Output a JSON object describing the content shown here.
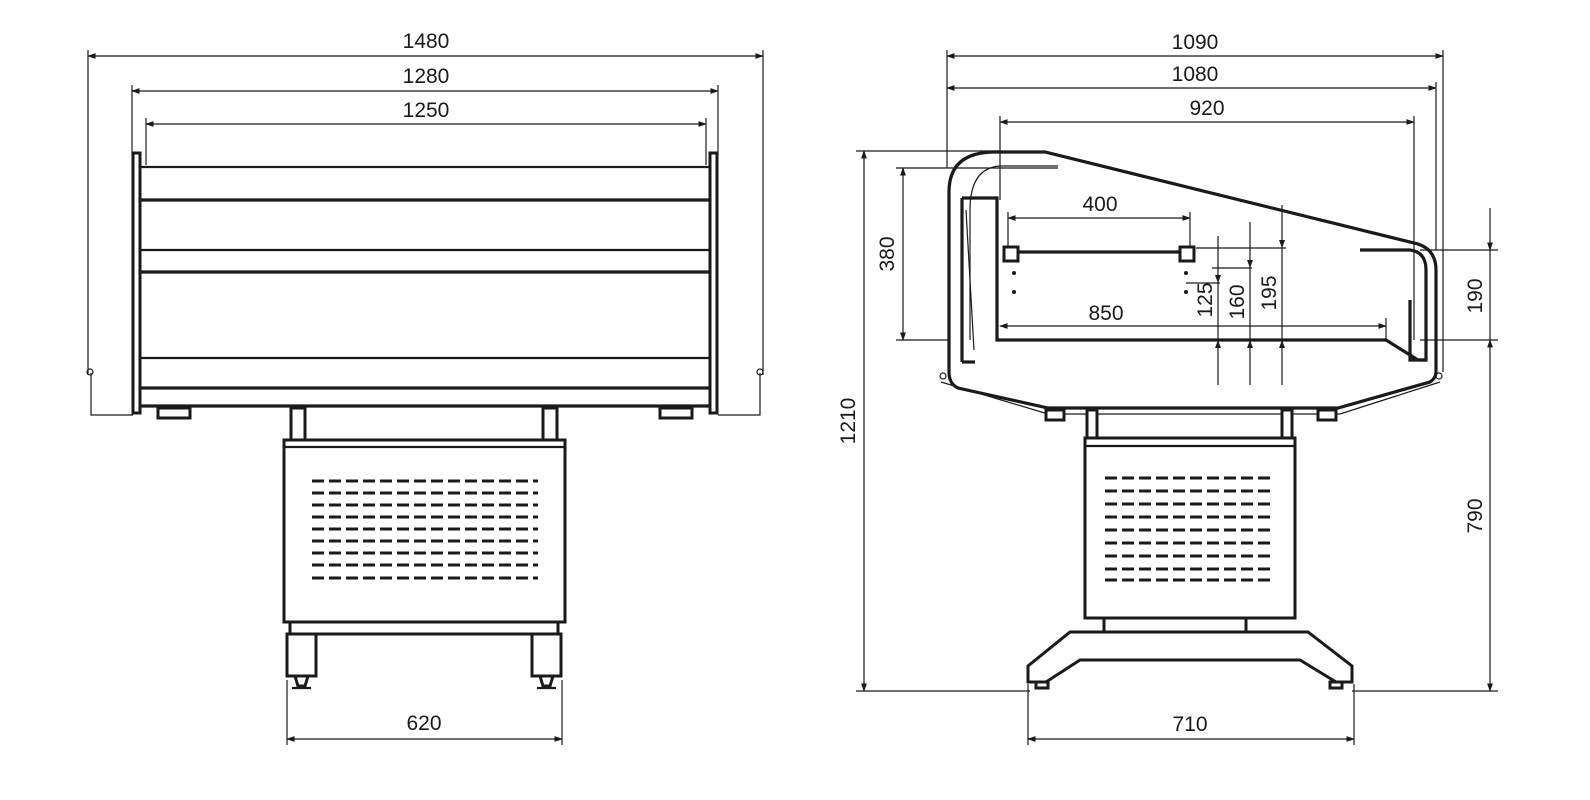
{
  "front_view": {
    "dimensions": {
      "overall_width": "1480",
      "frame_width": "1280",
      "inner_width": "1250",
      "base_width": "620"
    }
  },
  "side_view": {
    "dimensions": {
      "overall_depth": "1090",
      "body_depth": "1080",
      "canopy_depth": "920",
      "shelf_width": "400",
      "tray_width": "850",
      "canopy_height": "380",
      "shelf_height_a": "125",
      "shelf_height_b": "160",
      "shelf_height_c": "195",
      "front_glass_height": "190",
      "total_height": "1210",
      "counter_height": "790",
      "foot_width": "710"
    }
  }
}
